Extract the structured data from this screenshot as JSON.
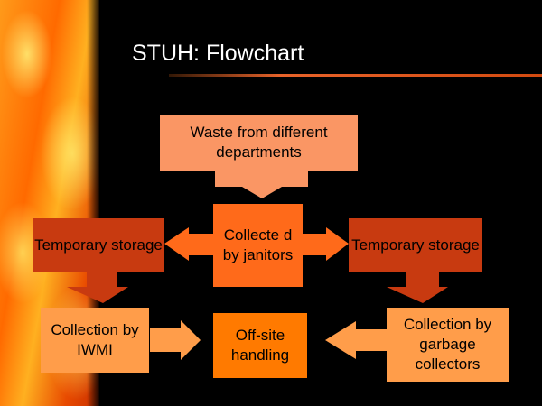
{
  "slide": {
    "title": "STUH: Flowchart"
  },
  "flowchart": {
    "waste_source": "Waste from different departments",
    "collected_by_janitors": "Collecte d by janitors",
    "temporary_storage_left": "Temporary storage",
    "temporary_storage_right": "Temporary storage",
    "collection_iwmi": "Collection by IWMI",
    "collection_garbage": "Collection by garbage collectors",
    "offsite_handling": "Off-site handling"
  },
  "colors": {
    "salmon": "#fa9664",
    "orange_red": "#ff6a1a",
    "dark_red": "#c83a10",
    "light_orange": "#ff9d4a",
    "offsite": "#ff7a00",
    "rule": "#e8632a",
    "background": "#000000"
  }
}
